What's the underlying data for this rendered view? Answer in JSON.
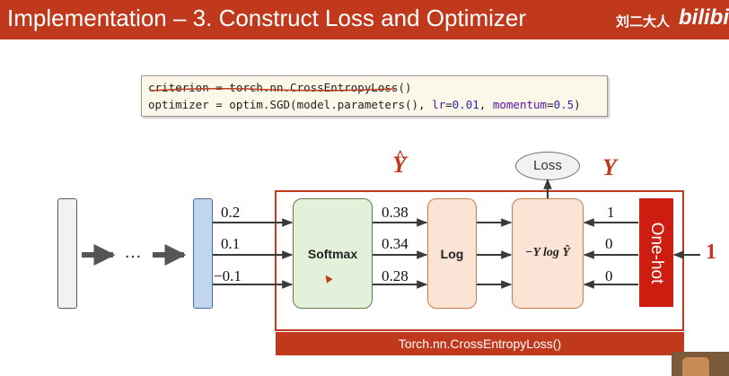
{
  "header": {
    "title": "Implementation – 3. Construct Loss and Optimizer",
    "watermark": "刘二大人",
    "logo": "bilibi"
  },
  "code": {
    "line1": {
      "prefix": "criterion = torch.nn.",
      "underlined": "CrossEntropyLoss",
      "suffix": "()"
    },
    "line2": {
      "prefix": "optimizer = optim.SGD(model.parameters(), ",
      "lr_kw": "lr",
      "lr_val": "0.01",
      "sep": ", ",
      "mom_kw": "momentum",
      "mom_val": "0.5",
      "suffix": ")"
    }
  },
  "diagram": {
    "yhat_label": "Y",
    "yhat_hat": "^",
    "y_label": "Y",
    "one_label": "1",
    "loss_label": "Loss",
    "softmax_label": "Softmax",
    "log_label": "Log",
    "ce_formula": "−Y log Ŷ",
    "onehot_label": "One-hot",
    "ellipsis": "…",
    "frame_caption": "Torch.nn.CrossEntropyLoss()",
    "logits": [
      "0.2",
      "0.1",
      "−0.1"
    ],
    "probs": [
      "0.38",
      "0.34",
      "0.28"
    ],
    "targets": [
      "1",
      "0",
      "0"
    ]
  },
  "colors": {
    "accent": "#c0391d",
    "onehot": "#cc1d10",
    "softmax_fill": "#e3f0da",
    "log_fill": "#fbe4d5",
    "hidden_fill": "#c0d5ee"
  }
}
